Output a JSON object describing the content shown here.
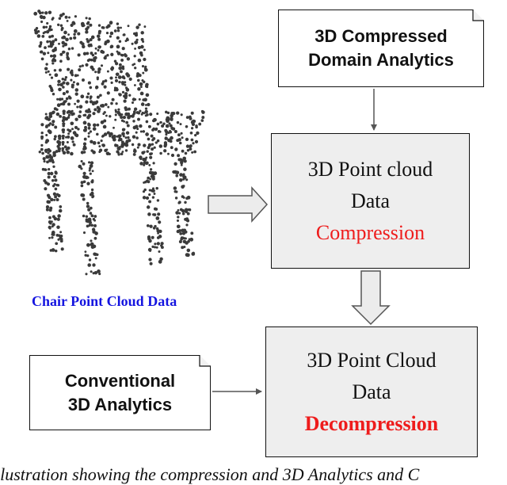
{
  "chair_caption": "Chair Point Cloud Data",
  "compressed_domain": {
    "line1": "3D Compressed",
    "line2": "Domain Analytics"
  },
  "conventional": {
    "line1": "Conventional",
    "line2": "3D Analytics"
  },
  "compression_box": {
    "line1": "3D Point cloud",
    "line2": "Data",
    "line3": "Compression"
  },
  "decompression_box": {
    "line1": "3D Point Cloud",
    "line2": "Data",
    "line3": "Decompression"
  },
  "bottom_caption": "llustration showing the compression and 3D Analytics and C"
}
